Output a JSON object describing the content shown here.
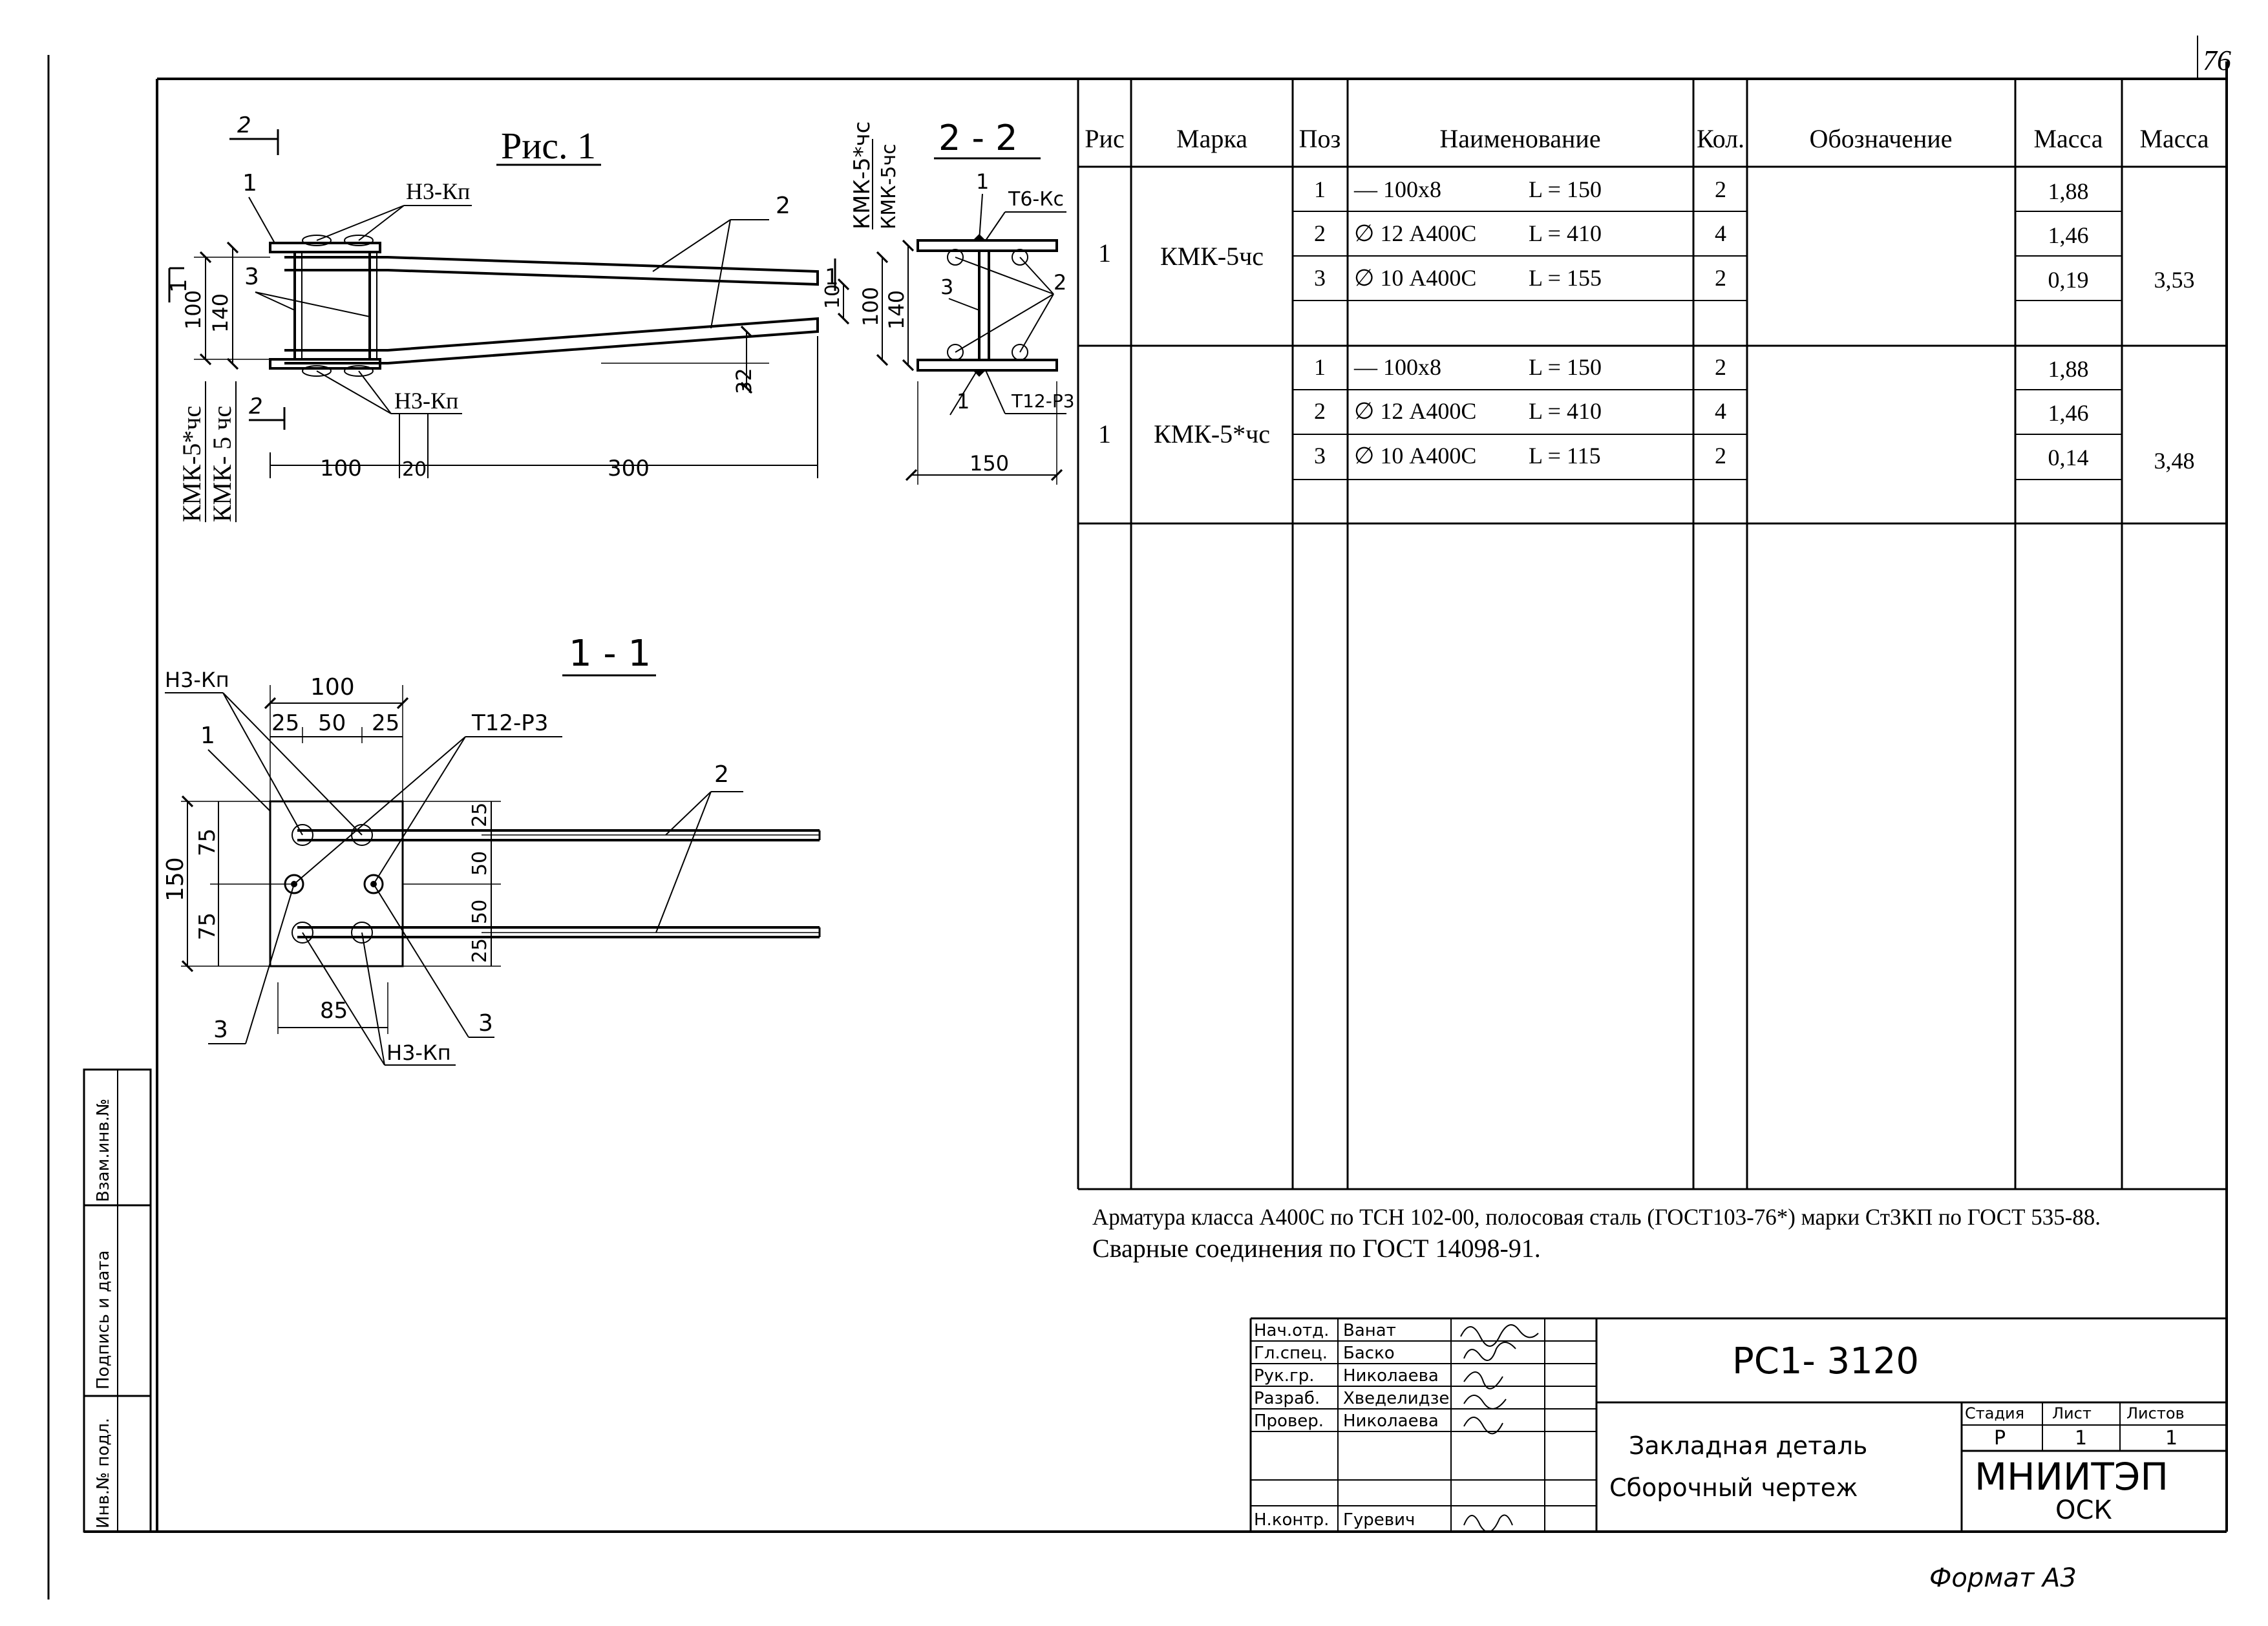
{
  "sheet_number": "76",
  "format_label": "Формат А3",
  "fig1": {
    "title": "Рис. 1",
    "section_2_mark": "2",
    "section_1_mark": "1",
    "pos_labels": [
      "1",
      "2",
      "3"
    ],
    "weld_label_top": "Н3-Кп",
    "weld_label_bottom": "Н3-Кп",
    "dim_100v": "100",
    "dim_140v": "140",
    "dim_10": "10",
    "dim_32": "32",
    "dim_100": "100",
    "dim_20": "20",
    "dim_300": "300",
    "marks_vertical_1": "КМК-5*чс",
    "marks_vertical_2": "КМК- 5 чс"
  },
  "sec22": {
    "title": "2 - 2",
    "marks_vertical_1": "КМК-5*чс",
    "marks_vertical_2": "КМК-5чс",
    "weld_top": "Т6-Кс",
    "weld_bottom": "Т12-Р3",
    "pos_labels": [
      "1",
      "3",
      "2",
      "1"
    ],
    "dim_100v": "100",
    "dim_140v": "140",
    "dim_150": "150"
  },
  "sec11": {
    "title": "1 - 1",
    "weld_label_1": "Н3-Кп",
    "weld_label_2": "Т12-Р3",
    "weld_label_3": "Н3-Кп",
    "dim_100": "100",
    "dim_25a": "25",
    "dim_50": "50",
    "dim_25b": "25",
    "dim_150v": "150",
    "dim_75a": "75",
    "dim_75b": "75",
    "dim_r25a": "25",
    "dim_r50a": "50",
    "dim_r50b": "50",
    "dim_r25b": "25",
    "dim_85": "85",
    "pos_labels": [
      "1",
      "2",
      "3",
      "3"
    ]
  },
  "spec_table": {
    "headers": [
      "Рис",
      "Марка",
      "Поз",
      "Наименование",
      "Кол.",
      "Обозначение",
      "Масса",
      "Масса"
    ],
    "groups": [
      {
        "fig": "1",
        "mark": "КМК-5чс",
        "total_mass": "3,53",
        "rows": [
          {
            "pos": "1",
            "name": "— 100х8",
            "length": "L = 150",
            "qty": "2",
            "mass": "1,88"
          },
          {
            "pos": "2",
            "name": "∅ 12 А400С",
            "length": "L = 410",
            "qty": "4",
            "mass": "1,46"
          },
          {
            "pos": "3",
            "name": "∅ 10 А400С",
            "length": "L = 155",
            "qty": "2",
            "mass": "0,19"
          }
        ]
      },
      {
        "fig": "1",
        "mark": "КМК-5*чс",
        "total_mass": "3,48",
        "rows": [
          {
            "pos": "1",
            "name": "— 100х8",
            "length": "L = 150",
            "qty": "2",
            "mass": "1,88"
          },
          {
            "pos": "2",
            "name": "∅ 12 А400С",
            "length": "L = 410",
            "qty": "4",
            "mass": "1,46"
          },
          {
            "pos": "3",
            "name": "∅ 10 А400С",
            "length": "L = 115",
            "qty": "2",
            "mass": "0,14"
          }
        ]
      }
    ]
  },
  "notes": [
    "Арматура  класса А400С по ТСН 102-00, полосовая сталь (ГОСТ103-76*) марки Ст3КП по ГОСТ 535-88.",
    "Сварные соединения по ГОСТ 14098-91."
  ],
  "left_strip": [
    "Взам.инв.№",
    "Подпись и дата",
    "Инв.№ подл."
  ],
  "title_block": {
    "roles": [
      "Нач.отд.",
      "Гл.спец.",
      "Рук.гр.",
      "Разраб.",
      "Провер.",
      "",
      "Н.контр."
    ],
    "names": [
      "Ванат",
      "Баско",
      "Николаева",
      "Хведелидзе",
      "Николаева",
      "",
      "Гуревич"
    ],
    "code": "РС1- 3120",
    "title_line1": "Закладная деталь",
    "title_line2": "Сборочный чертеж",
    "stage_header": "Стадия",
    "sheet_header": "Лист",
    "sheets_header": "Листов",
    "stage": "Р",
    "sheet": "1",
    "sheets": "1",
    "org_line1": "МНИИТЭП",
    "org_line2": "ОСК"
  }
}
